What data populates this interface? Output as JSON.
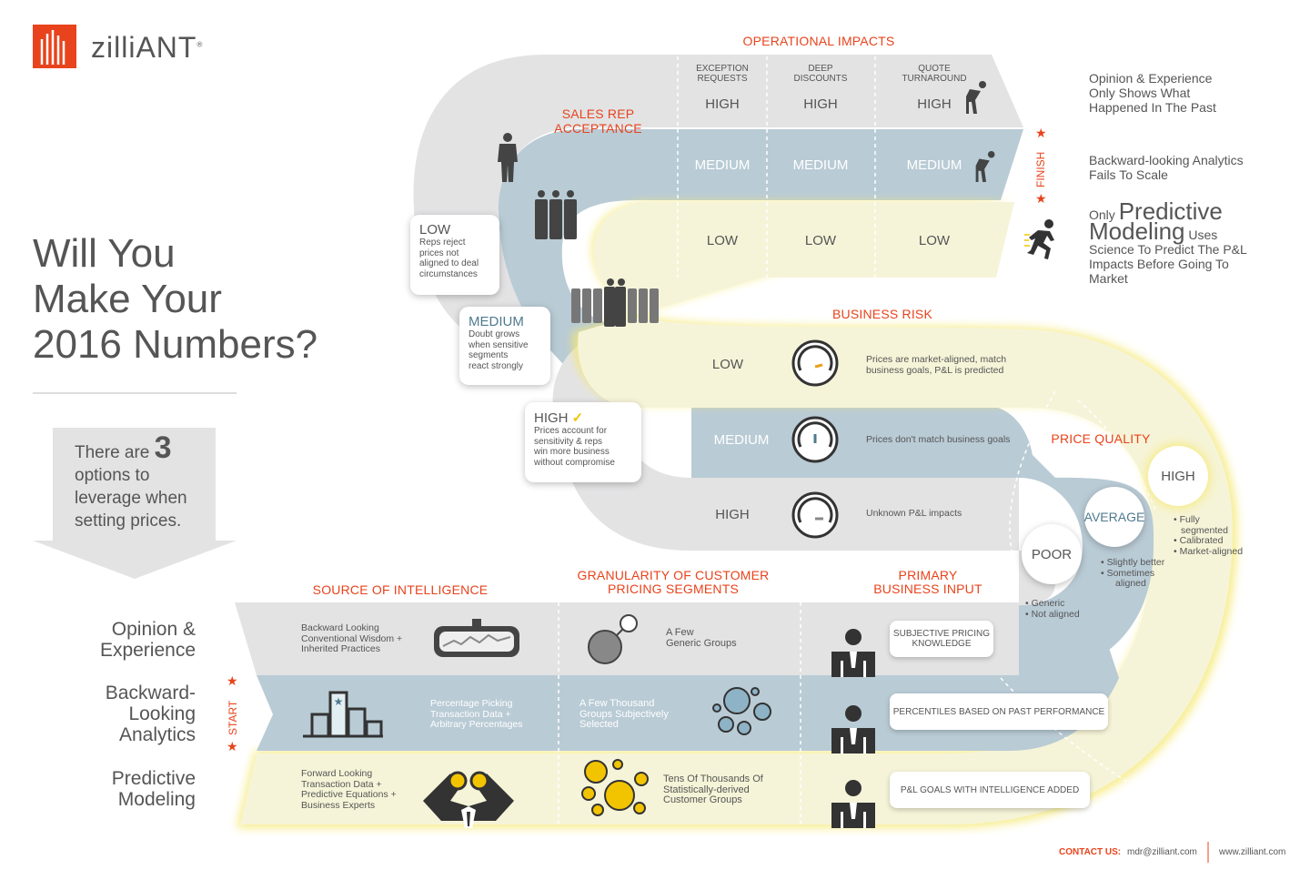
{
  "brand": {
    "name": "zilliANT",
    "registered": "®"
  },
  "title": [
    "Will You",
    "Make Your",
    "2016 Numbers?"
  ],
  "options": {
    "line1": "There are",
    "count": "3",
    "line2": "options to",
    "line3": "leverage when",
    "line4": "setting prices."
  },
  "operational": {
    "title": "OPERATIONAL IMPACTS",
    "columns": [
      {
        "label1": "EXCEPTION",
        "label2": "REQUESTS"
      },
      {
        "label1": "DEEP",
        "label2": "DISCOUNTS"
      },
      {
        "label1": "QUOTE",
        "label2": "TURNAROUND"
      }
    ],
    "rows": [
      [
        "HIGH",
        "HIGH",
        "HIGH"
      ],
      [
        "MEDIUM",
        "MEDIUM",
        "MEDIUM"
      ],
      [
        "LOW",
        "LOW",
        "LOW"
      ]
    ]
  },
  "finish": "FINISH",
  "start": "START",
  "sales_rep": {
    "title": "SALES REP ACCEPTANCE",
    "low": {
      "level": "LOW",
      "desc": [
        "Reps reject",
        "prices not",
        "aligned to deal",
        "circumstances"
      ]
    },
    "medium": {
      "level": "MEDIUM",
      "desc": [
        "Doubt grows",
        "when sensitive",
        "segments",
        "react strongly"
      ]
    },
    "high": {
      "level": "HIGH",
      "check": "✓",
      "desc": [
        "Prices account for",
        "sensitivity & reps",
        "win more business",
        "without compromise"
      ]
    }
  },
  "right_notes": {
    "opinion": [
      "Opinion & Experience",
      "Only Shows What",
      "Happened In The Past"
    ],
    "backward": [
      "Backward-looking Analytics",
      "Fails To Scale"
    ],
    "predictive": {
      "only": "Only",
      "big1": "Predictive",
      "big2": "Modeling",
      "uses": "Uses",
      "rest": [
        "Science To Predict The P&L",
        "Impacts Before Going To",
        "Market"
      ]
    }
  },
  "business_risk": {
    "title": "BUSINESS RISK",
    "rows": [
      {
        "level": "LOW",
        "desc1": "Prices are market-aligned, match",
        "desc2": "business goals, P&L is predicted"
      },
      {
        "level": "MEDIUM",
        "desc1": "Prices don't match business goals",
        "desc2": ""
      },
      {
        "level": "HIGH",
        "desc1": "Unknown P&L impacts",
        "desc2": ""
      }
    ]
  },
  "price_quality": {
    "title": "PRICE QUALITY",
    "poor": {
      "label": "POOR",
      "bullets": [
        "• Generic",
        "• Not aligned"
      ]
    },
    "average": {
      "label": "AVERAGE",
      "bullets": [
        "• Slightly better",
        "• Sometimes",
        "aligned"
      ]
    },
    "high": {
      "label": "HIGH",
      "bullets": [
        "• Fully",
        "segmented",
        "• Calibrated",
        "• Market-aligned"
      ]
    }
  },
  "bottom": {
    "source_title": "SOURCE OF INTELLIGENCE",
    "gran_title1": "GRANULARITY OF CUSTOMER",
    "gran_title2": "PRICING SEGMENTS",
    "input_title1": "PRIMARY",
    "input_title2": "BUSINESS INPUT",
    "rows": [
      {
        "label": [
          "Opinion &",
          "Experience"
        ],
        "source": [
          "Backward Looking",
          "Conventional Wisdom +",
          "Inherited Practices"
        ],
        "gran": [
          "A Few",
          "Generic Groups"
        ],
        "input": [
          "SUBJECTIVE PRICING",
          "KNOWLEDGE"
        ]
      },
      {
        "label": [
          "Backward-",
          "Looking",
          "Analytics"
        ],
        "source": [
          "Percentage Picking",
          "Transaction Data +",
          "Arbitrary Percentages"
        ],
        "gran": [
          "A Few Thousand",
          "Groups Subjectively",
          "Selected"
        ],
        "input": [
          "PERCENTILES BASED ON PAST PERFORMANCE"
        ]
      },
      {
        "label": [
          "Predictive",
          "Modeling"
        ],
        "source": [
          "Forward Looking",
          "Transaction Data +",
          "Predictive Equations +",
          "Business Experts"
        ],
        "gran": [
          "Tens Of Thousands Of",
          "Statistically-derived",
          "Customer Groups"
        ],
        "input": [
          "P&L GOALS WITH INTELLIGENCE ADDED"
        ]
      }
    ]
  },
  "contact": {
    "label": "CONTACT US:",
    "email": "mdr@zilliant.com",
    "web": "www.zilliant.com"
  },
  "colors": {
    "accent": "#e8431c",
    "gray_band": "#e3e3e4",
    "blue_band": "#b9cbd5",
    "yellow_band": "#f6f4d8",
    "glow": "#f5e870",
    "text": "#555555"
  }
}
